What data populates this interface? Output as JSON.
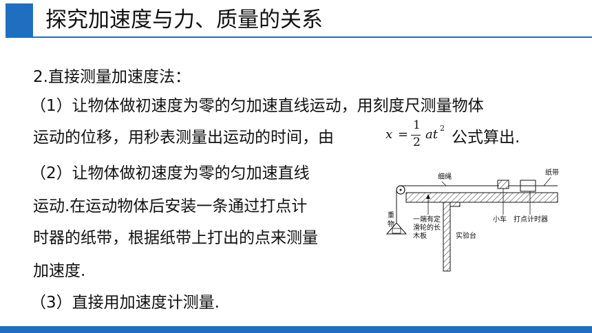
{
  "header": {
    "title": "探究加速度与力、质量的关系"
  },
  "content": {
    "heading": "2.直接测量加速度法：",
    "p1_line1": "（1）让物体做初速度为零的匀加速直线运动，用刻度尺测量物体",
    "p1_line2": "运动的位移，用秒表测量出运动的时间，由",
    "p1_line2_end": "公式算出.",
    "formula": {
      "lhs": "x",
      "eq": "=",
      "num": "1",
      "den": "2",
      "rhs": "at",
      "exp": "2"
    },
    "p2_line1": "（2）让物体做初速度为零的匀加速直线",
    "p2_line2": "运动.在运动物体后安装一条通过打点计",
    "p2_line3": "时器的纸带，根据纸带上打出的点来测量",
    "p2_line4": "加速度.",
    "p3": "（3）直接用加速度计测量."
  },
  "diagram": {
    "labels": {
      "rope": "细绳",
      "tape": "纸带",
      "weight_1": "重",
      "weight_2": "物",
      "board_1": "一端有定",
      "board_2": "滑轮的长",
      "board_3": "木板",
      "cart": "小车",
      "timer": "打点计时器",
      "table": "实验台"
    }
  },
  "colors": {
    "accent": "#1f6fc0"
  }
}
